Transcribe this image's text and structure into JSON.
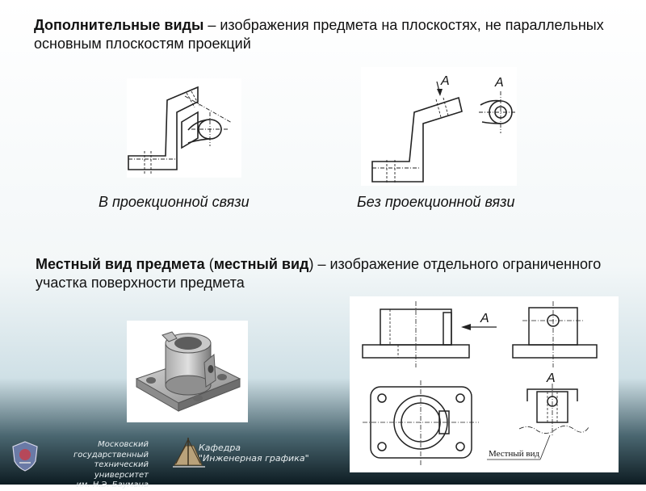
{
  "definition_additional": {
    "term": "Дополнительные виды",
    "text": " – изображения предмета на плоскостях, не параллельных основным плоскостям проекций"
  },
  "captions": {
    "left": "В проекционной связи",
    "right": "Без проекционной вязи"
  },
  "definition_local": {
    "term": "Местный вид предмета",
    "mid_open": " (",
    "term2": "местный вид",
    "text": ") – изображение отдельного ограниченного участка поверхности предмета"
  },
  "drawing_labels": {
    "view_letter": "A",
    "local_view_label": "Местный вид"
  },
  "footer": {
    "university": [
      "Московский государственный",
      "технический университет",
      "им. Н.Э. Баумана"
    ],
    "department": [
      "Кафедра",
      "\"Инженерная графика\""
    ]
  }
}
